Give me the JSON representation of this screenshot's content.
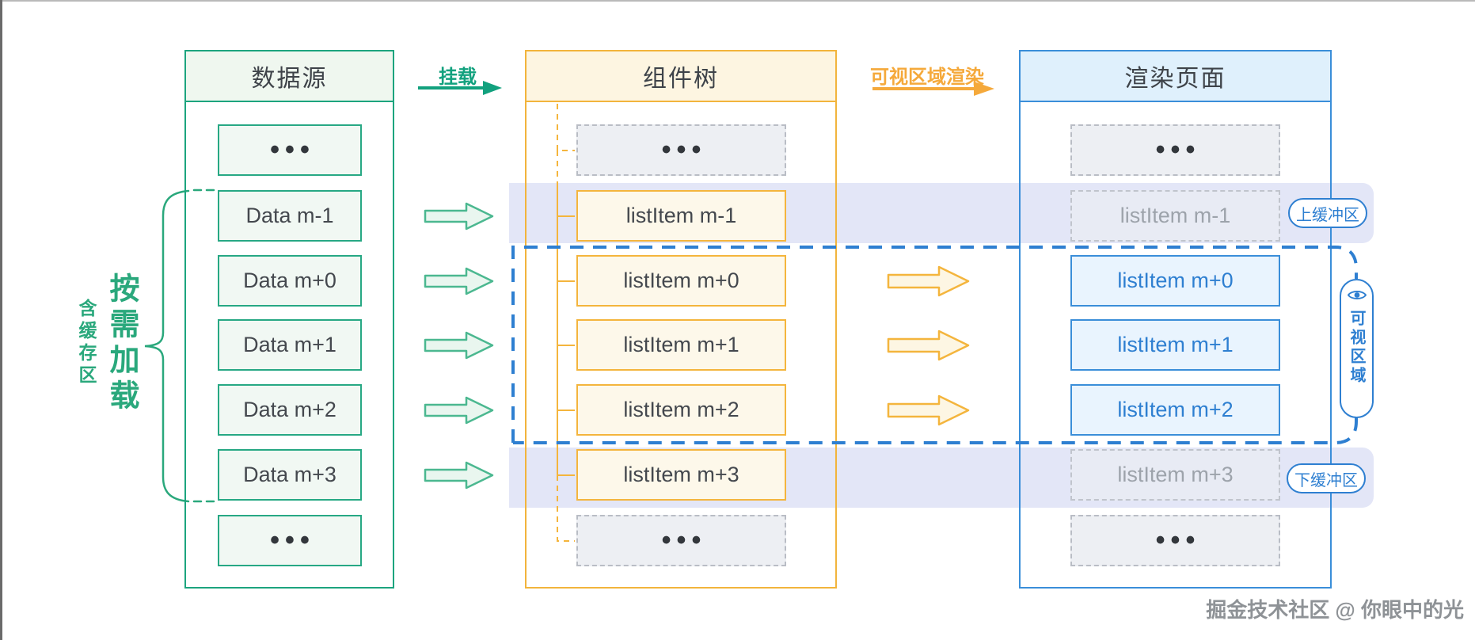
{
  "diagram": {
    "columns": [
      {
        "key": "data-source",
        "title": "数据源",
        "items": [
          {
            "label": "•••",
            "style": "green dots"
          },
          {
            "label": "Data m-1",
            "style": "green"
          },
          {
            "label": "Data m+0",
            "style": "green"
          },
          {
            "label": "Data m+1",
            "style": "green"
          },
          {
            "label": "Data m+2",
            "style": "green"
          },
          {
            "label": "Data m+3",
            "style": "green"
          },
          {
            "label": "•••",
            "style": "green dots"
          }
        ]
      },
      {
        "key": "component-tree",
        "title": "组件树",
        "items": [
          {
            "label": "•••",
            "style": "ghost dots"
          },
          {
            "label": "listItem m-1",
            "style": "yellow"
          },
          {
            "label": "listItem m+0",
            "style": "yellow"
          },
          {
            "label": "listItem m+1",
            "style": "yellow"
          },
          {
            "label": "listItem m+2",
            "style": "yellow"
          },
          {
            "label": "listItem m+3",
            "style": "yellow"
          },
          {
            "label": "•••",
            "style": "ghost dots"
          }
        ]
      },
      {
        "key": "render-page",
        "title": "渲染页面",
        "items": [
          {
            "label": "•••",
            "style": "ghost dots"
          },
          {
            "label": "listItem m-1",
            "style": "buffer"
          },
          {
            "label": "listItem m+0",
            "style": "active"
          },
          {
            "label": "listItem m+1",
            "style": "active"
          },
          {
            "label": "listItem m+2",
            "style": "active"
          },
          {
            "label": "listItem m+3",
            "style": "buffer"
          },
          {
            "label": "•••",
            "style": "ghost dots"
          }
        ]
      }
    ],
    "flow_arrows": [
      {
        "label": "挂载",
        "color": "#12a17e"
      },
      {
        "label": "可视区域渲染",
        "color": "#f5a93b"
      }
    ],
    "mount_arrow_rows": [
      1,
      2,
      3,
      4,
      5
    ],
    "render_arrow_rows": [
      2,
      3,
      4
    ],
    "buffer_band_rows": [
      1,
      5
    ],
    "viewport_rows": [
      2,
      3,
      4
    ],
    "annotations": {
      "demand_load": "按需加载",
      "with_buffer": "含缓存区",
      "upper_buffer": "上缓冲区",
      "lower_buffer": "下缓冲区",
      "viewport": "可视区域"
    },
    "watermark": "掘金技术社区 @ 你眼中的光"
  },
  "colors": {
    "teal": "#1ca47e",
    "teal_text": "#2aa87c",
    "yellow": "#f4b53d",
    "yellow_arrow_fill": "#fdf6e3",
    "green_arrow_stroke": "#4bb890",
    "green_arrow_fill": "#e9f6ef",
    "blue": "#2e7fd1",
    "blue_border": "#3a8ed9",
    "lavender": "#e3e6f7",
    "ghost_gray": "#b9bdc5",
    "gray_text": "#9da3ab",
    "dark_text": "#3f444a",
    "watermark_gray": "#8e9296"
  }
}
